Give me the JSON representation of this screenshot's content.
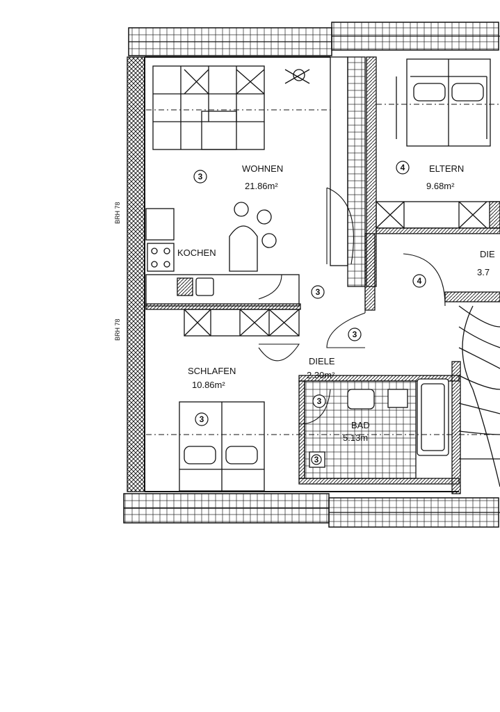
{
  "plan": {
    "rooms": {
      "wohnen": {
        "name": "WOHNEN",
        "area": "21.86m²",
        "tag": "3"
      },
      "eltern": {
        "name": "ELTERN",
        "area": "9.68m²",
        "tag": "4"
      },
      "kochen": {
        "name": "KOCHEN"
      },
      "dielen_right": {
        "name": "DIE",
        "area": "3.7",
        "tag": "4"
      },
      "schlafen": {
        "name": "SCHLAFEN",
        "area": "10.86m²",
        "tag": "3"
      },
      "diele": {
        "name": "DIELE",
        "area": "2.30m²",
        "tag": "3"
      },
      "bad": {
        "name": "BAD",
        "area": "5.13m",
        "tag": "3"
      }
    },
    "extra_tags": [
      "3",
      "3"
    ],
    "side_labels": [
      "BRH 78",
      "BRH 78"
    ]
  }
}
